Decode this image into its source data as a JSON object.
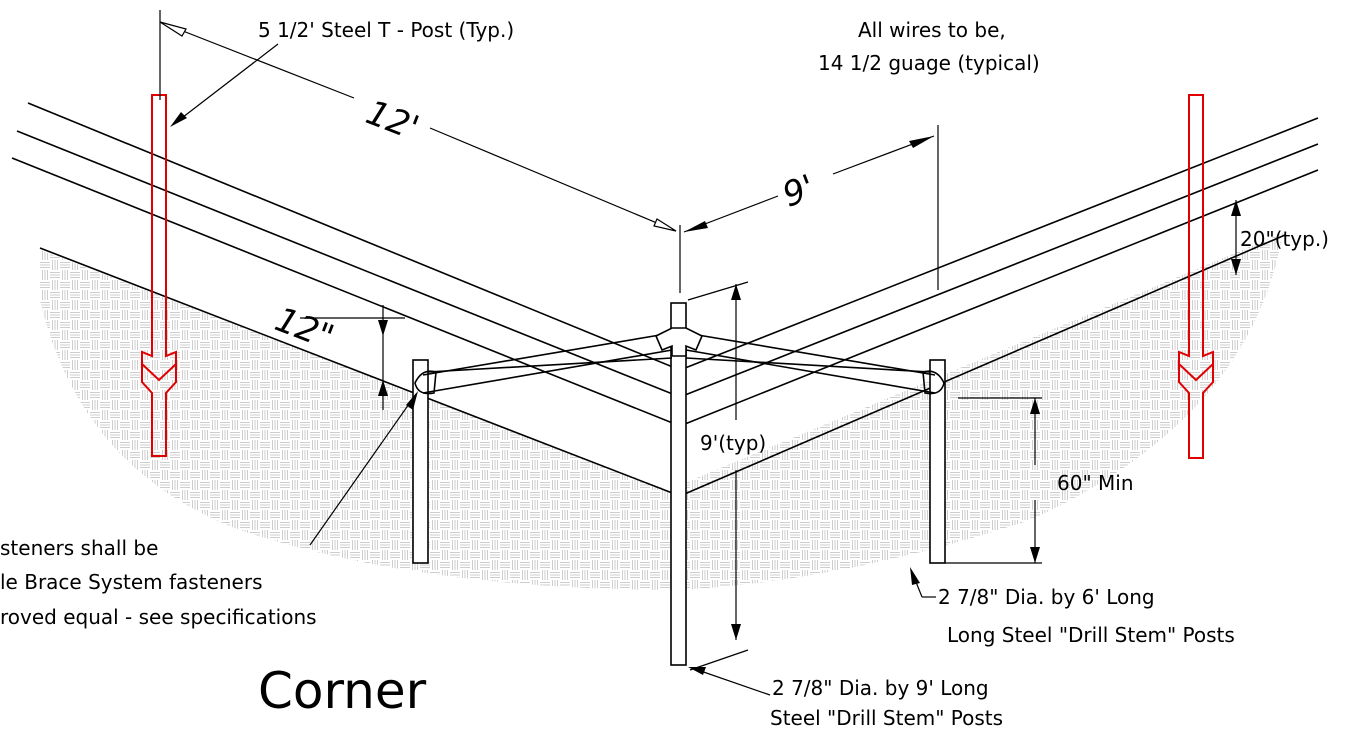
{
  "labels": {
    "t_post": "5 1/2' Steel T - Post (Typ.)",
    "wires_line1": "All wires to be,",
    "wires_line2": "14 1/2 guage (typical)",
    "dim_12ft": "12'",
    "dim_9ft": "9'",
    "dim_20in": "20\"(typ.)",
    "dim_12in": "12\"",
    "dim_9ft_typ": "9'(typ)",
    "dim_60in": "60\" Min",
    "fasteners_line1": "steners shall be",
    "fasteners_line2": "le Brace System fasteners",
    "fasteners_line3": "roved equal - see specifications",
    "short_post_line1": "2 7/8\" Dia. by 6' Long",
    "short_post_line2": "Long Steel \"Drill Stem\" Posts",
    "long_post_line1": "2 7/8\" Dia. by 9' Long",
    "long_post_line2": "Steel \"Drill Stem\" Posts",
    "title": "Corner"
  },
  "colors": {
    "t_post": "#e00000",
    "line": "#000000",
    "hatch": "#c8c8c8"
  }
}
